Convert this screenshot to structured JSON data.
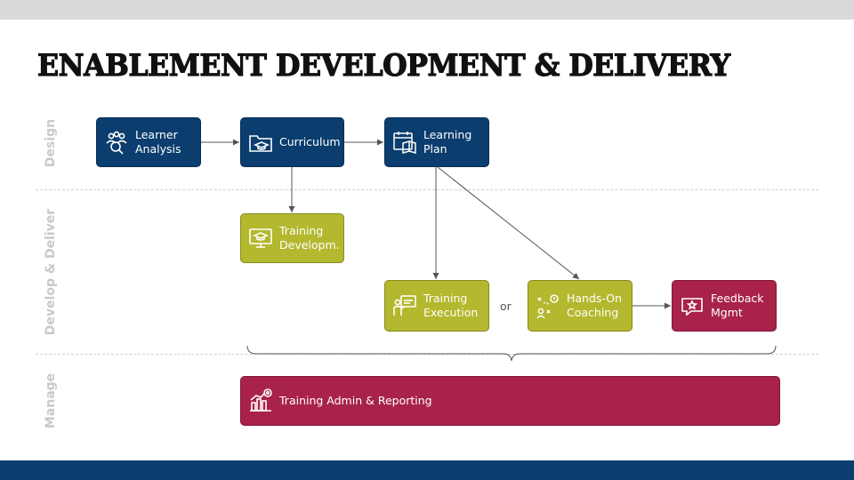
{
  "title": "ENABLEMENT DEVELOPMENT & DELIVERY",
  "lanes": {
    "design": "Design",
    "develop": "Develop & Deliver",
    "manage": "Manage"
  },
  "nodes": {
    "learner_analysis": "Learner\nAnalysis",
    "curriculum": "Curriculum",
    "learning_plan": "Learning\nPlan",
    "training_development": "Training\nDevelopm.",
    "training_execution": "Training\nExecution",
    "hands_on_coaching": "Hands-On\nCoaching",
    "feedback_mgmt": "Feedback\nMgmt",
    "training_admin": "Training Admin & Reporting"
  },
  "connector_text": "or",
  "colors": {
    "navy": "#0b3d6e",
    "olive": "#b3b82e",
    "crimson": "#a8224a",
    "lane_label": "#c9c9c9",
    "top_bar": "#d9d9d9"
  },
  "icons": {
    "learner_analysis": "people-search-icon",
    "curriculum": "folder-graduation-icon",
    "learning_plan": "calendar-book-icon",
    "training_development": "monitor-graduation-icon",
    "training_execution": "presenter-board-icon",
    "hands_on_coaching": "strategy-coaching-icon",
    "feedback_mgmt": "speech-bubble-star-icon",
    "training_admin": "bar-chart-target-icon"
  }
}
